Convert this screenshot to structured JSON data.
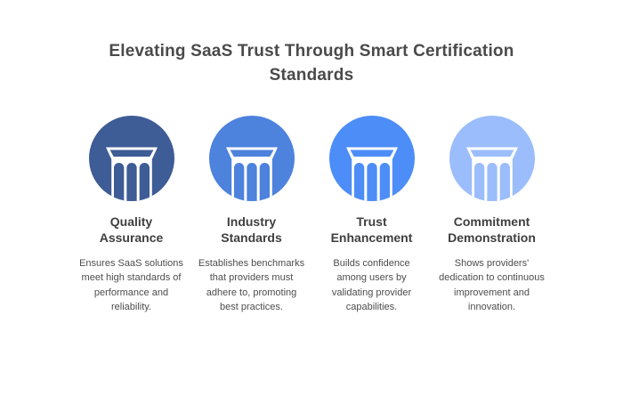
{
  "title": "Elevating SaaS Trust Through Smart Certification Standards",
  "colors": {
    "background": "#FFFFFF",
    "title_text": "#4A4A4A",
    "heading_text": "#3F3F3F",
    "body_text": "#4D4D4D",
    "icon_glyph": "#FFFFFF"
  },
  "pillars": [
    {
      "icon": "pillar-icon",
      "circle_color": "#3E5C96",
      "title": "Quality Assurance",
      "description": "Ensures SaaS solutions meet high standards of performance and reliability."
    },
    {
      "icon": "pillar-icon",
      "circle_color": "#4D82DD",
      "title": "Industry Standards",
      "description": "Establishes benchmarks that providers must adhere to, promoting best practices."
    },
    {
      "icon": "pillar-icon",
      "circle_color": "#4D8DF7",
      "title": "Trust Enhancement",
      "description": "Builds confidence among users by validating provider capabilities."
    },
    {
      "icon": "pillar-icon",
      "circle_color": "#9BBDFB",
      "title": "Commitment Demonstration",
      "description": "Shows providers' dedication to continuous improvement and innovation."
    }
  ]
}
